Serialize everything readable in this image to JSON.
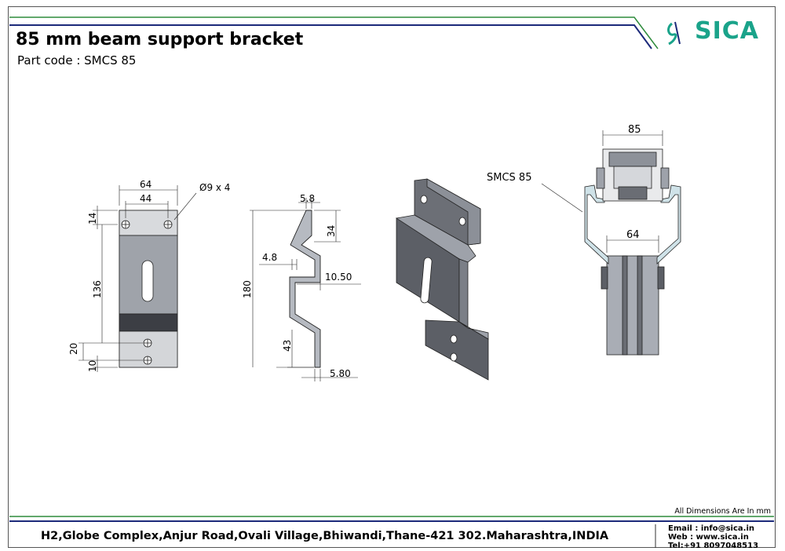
{
  "header": {
    "title": "85 mm beam support bracket",
    "part_code_label": "Part code  :  SMCS 85",
    "logo_text": "SICA"
  },
  "front_view": {
    "dim_width_total": "64",
    "dim_width_holes": "44",
    "dim_hole_spec": "Ø9 x 4",
    "dim_top_offset": "14",
    "dim_slot_length": "136",
    "dim_lower_holes": "20",
    "dim_bottom_offset": "10"
  },
  "side_view": {
    "dim_top_thickness": "5.8",
    "dim_top_height": "34",
    "dim_offset_top": "4.8",
    "dim_offset_mid": "10.50",
    "dim_total_height": "180",
    "dim_lower_height": "43",
    "dim_bottom_thickness": "5.80"
  },
  "assembly_view": {
    "dim_top_width": "85",
    "label_part": "SMCS 85",
    "dim_beam_width": "64"
  },
  "footer": {
    "all_dimensions": "All Dimensions Are In mm",
    "address": "H2,Globe Complex,Anjur Road,Ovali Village,Bhiwandi,Thane-421 302.Maharashtra,INDIA",
    "email": "Email : info@sica.in",
    "web": "Web  : www.sica.in",
    "tel": "Tel:+91 8097048513"
  },
  "colors": {
    "brand_green": "#1aa38a",
    "navy_line": "#1c2a7a",
    "green_line": "#2e8b3c",
    "steel_dark": "#5e6168",
    "steel_light": "#a9adb5"
  }
}
